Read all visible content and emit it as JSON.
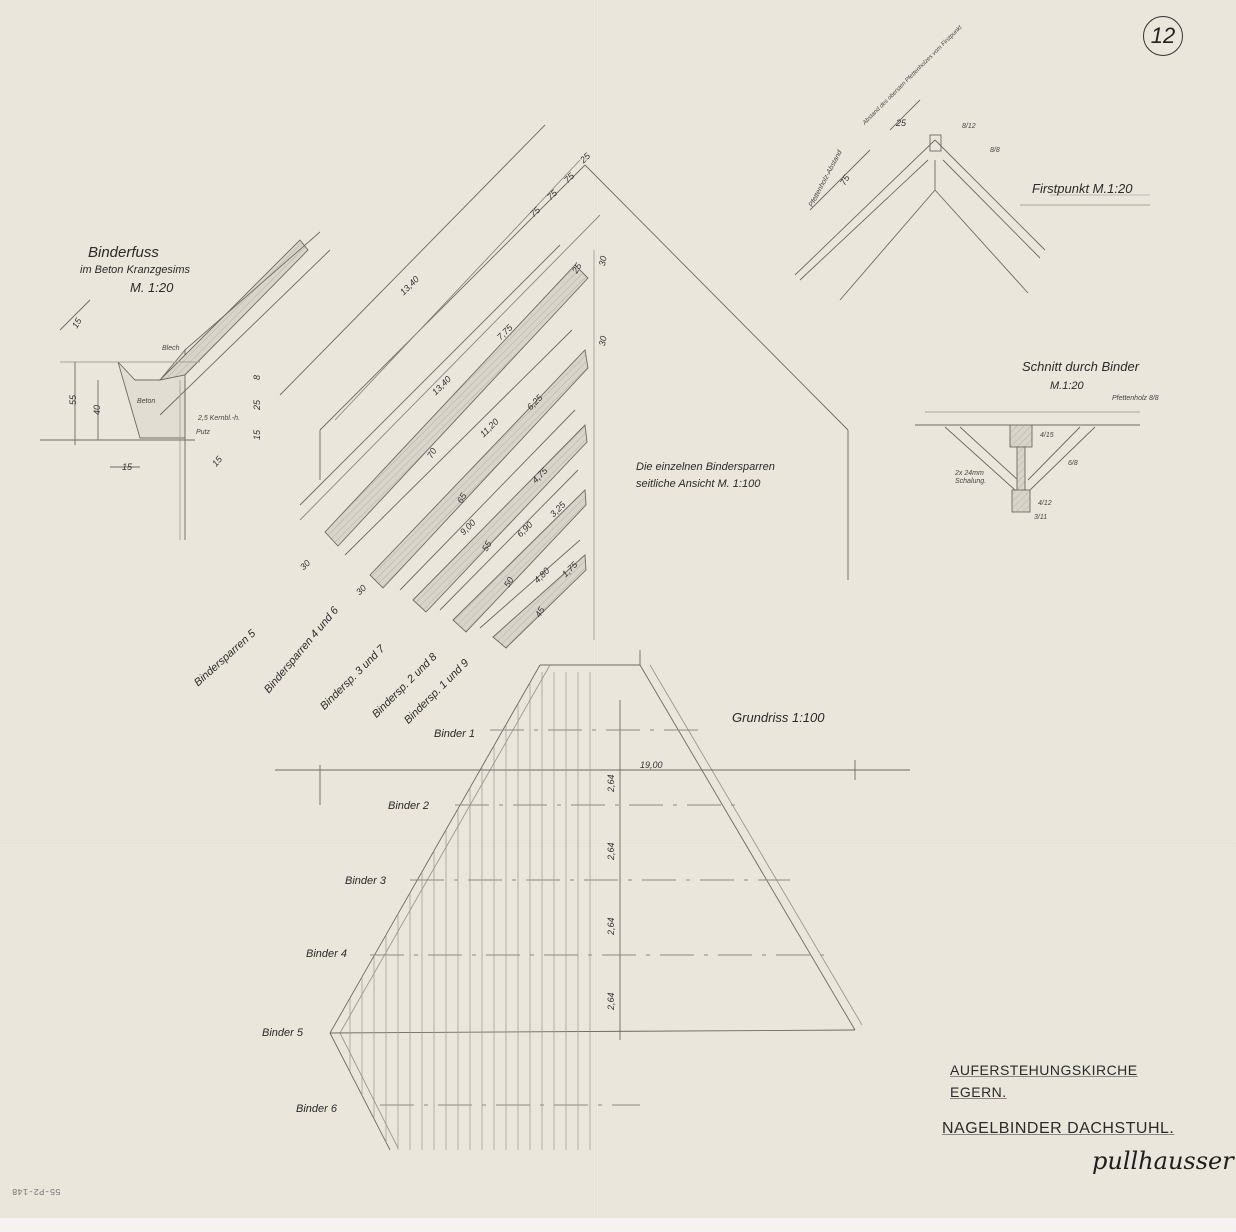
{
  "sheet": {
    "page_number": "12",
    "archive_id": "55-P2-148",
    "title_block": {
      "project": "AUFERSTEHUNGSKIRCHE",
      "place": "EGERN.",
      "drawing": "NAGELBINDER DACHSTUHL.",
      "signature": "pullhausser"
    }
  },
  "binderfuss": {
    "title": "Binderfuss",
    "subtitle": "im Beton Kranzgesims",
    "scale": "M. 1:20",
    "labels": {
      "blech": "Blech",
      "beton": "Beton",
      "kernholz": "2,5 Kernbl.-h.",
      "putz": "Putz"
    },
    "dims": [
      "15",
      "55",
      "40",
      "15",
      "25",
      "8",
      "15",
      "15"
    ]
  },
  "firstpunkt": {
    "title": "Firstpunkt M.1:20",
    "labels": [
      "8/12",
      "8/8",
      "Pfettenholz-Abstand",
      "Abstand des obersten Pfettenholzes vom Firstpunkt"
    ],
    "dims": [
      "25",
      "75"
    ]
  },
  "schnitt": {
    "title": "Schnitt durch Binder",
    "scale": "M.1:20",
    "labels": [
      "Pfettenholz 8/8",
      "4/15",
      "6/8",
      "2x 24mm Schalung.",
      "4/12",
      "3/11"
    ]
  },
  "bindersparren": {
    "caption_line1": "Die einzelnen Bindersparren",
    "caption_line2": "seitliche Ansicht M. 1:100",
    "rafters": [
      {
        "label": "Bindersparren 5",
        "length": "13,40",
        "offset": "30"
      },
      {
        "label": "Bindersparren 4 und 6",
        "length": "11,20",
        "offset": "30"
      },
      {
        "label": "Bindersp. 3 und 7",
        "length": "9,00",
        "offset": ""
      },
      {
        "label": "Bindersp. 2 und 8",
        "length": "6,90",
        "offset": ""
      },
      {
        "label": "Bindersp. 1 und 9",
        "length": "4,80",
        "offset": ""
      }
    ],
    "dims": [
      "75",
      "75",
      "75",
      "25",
      "7,75",
      "25",
      "30",
      "13,40",
      "70",
      "6,25",
      "30",
      "65",
      "4,75",
      "55",
      "3,25",
      "50",
      "1,75",
      "45"
    ]
  },
  "grundriss": {
    "title": "Grundriss 1:100",
    "overall_width": "19,00",
    "spacing": [
      "2,64",
      "2,64",
      "2,64",
      "2,64"
    ],
    "binders": [
      "Binder 1",
      "Binder 2",
      "Binder 3",
      "Binder 4",
      "Binder 5",
      "Binder 6"
    ]
  }
}
